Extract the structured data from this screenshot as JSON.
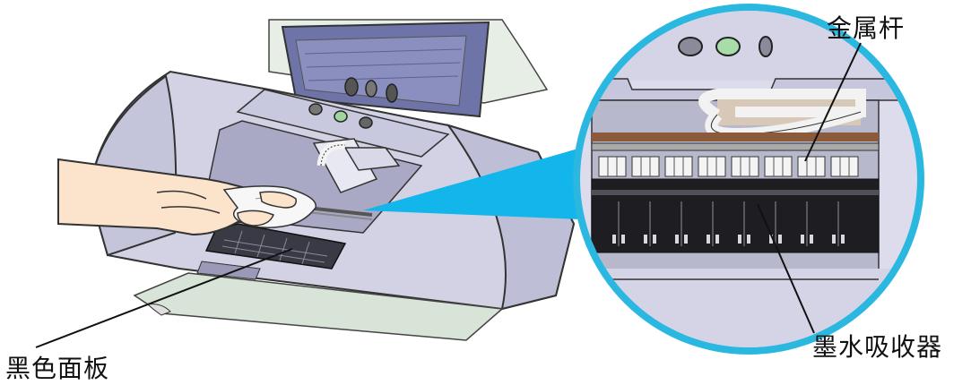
{
  "callouts": {
    "metal_bar": "金属杆",
    "ink_absorber": "墨水吸收器",
    "black_panel": "黑色面板"
  },
  "colors": {
    "printer_body": "#d2d2e4",
    "printer_shadow": "#9a9ab8",
    "zoom_ring": "#2ab7e0",
    "zoom_beam": "#12b6ea",
    "absorber": "#222222",
    "hand": "#fbe3cc"
  },
  "icons": [
    "printer-illustration",
    "hand-with-cloth",
    "magnified-view",
    "leader-line"
  ]
}
